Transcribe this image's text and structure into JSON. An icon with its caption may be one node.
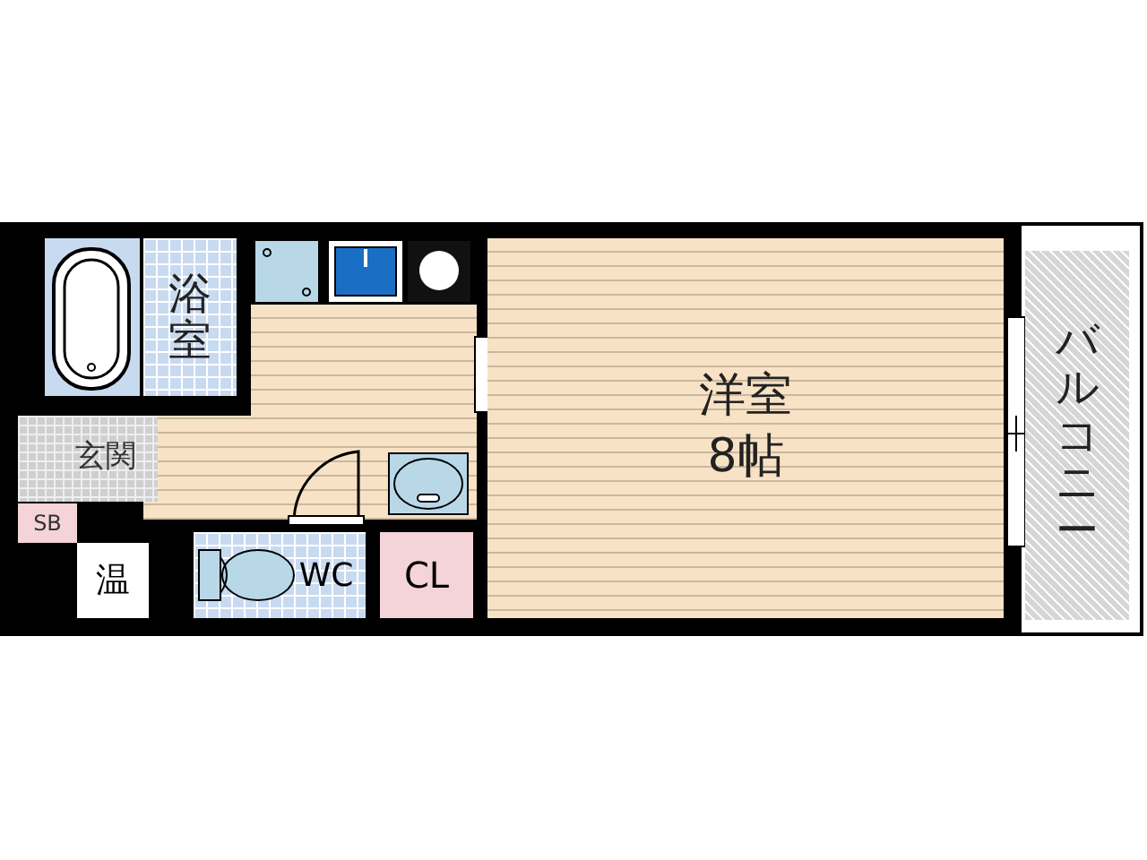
{
  "diagram": {
    "nodes": [
      {
        "text": [
          "浴室"
        ]
      },
      {
        "text": [
          "玄関"
        ]
      },
      {
        "text": [
          "SB"
        ]
      },
      {
        "text": [
          "温"
        ]
      },
      {
        "text": [
          "WC"
        ]
      },
      {
        "text": [
          "CL"
        ]
      },
      {
        "text": [
          "洋室",
          "8帖"
        ]
      },
      {
        "text": [
          "バルコニー"
        ]
      }
    ]
  }
}
